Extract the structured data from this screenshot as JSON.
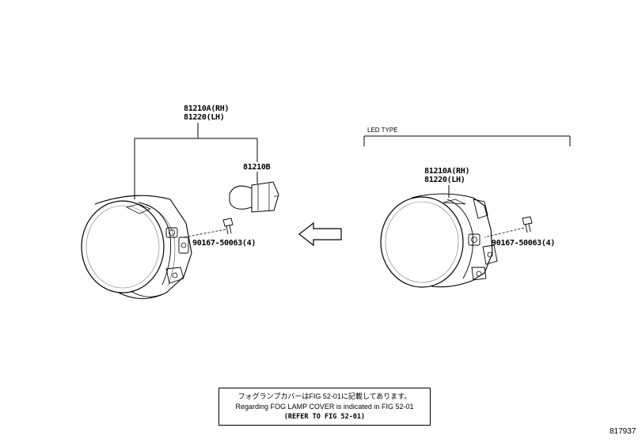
{
  "left_assembly": {
    "part_rh": "81210A(RH)",
    "part_lh": "81220(LH)",
    "bulb": "81210B",
    "screw": "90167-50063(4)"
  },
  "right_assembly": {
    "type_label": "LED TYPE",
    "part_rh": "81210A(RH)",
    "part_lh": "81220(LH)",
    "screw": "90167-50063(4)"
  },
  "note": {
    "line1": "フォグランプカバーはFIG 52-01に記載してあります。",
    "line2": "Regarding FOG LAMP COVER is indicated in FIG 52-01",
    "line3": "(REFER TO FIG 52-01)"
  },
  "illustration_id": "817937"
}
